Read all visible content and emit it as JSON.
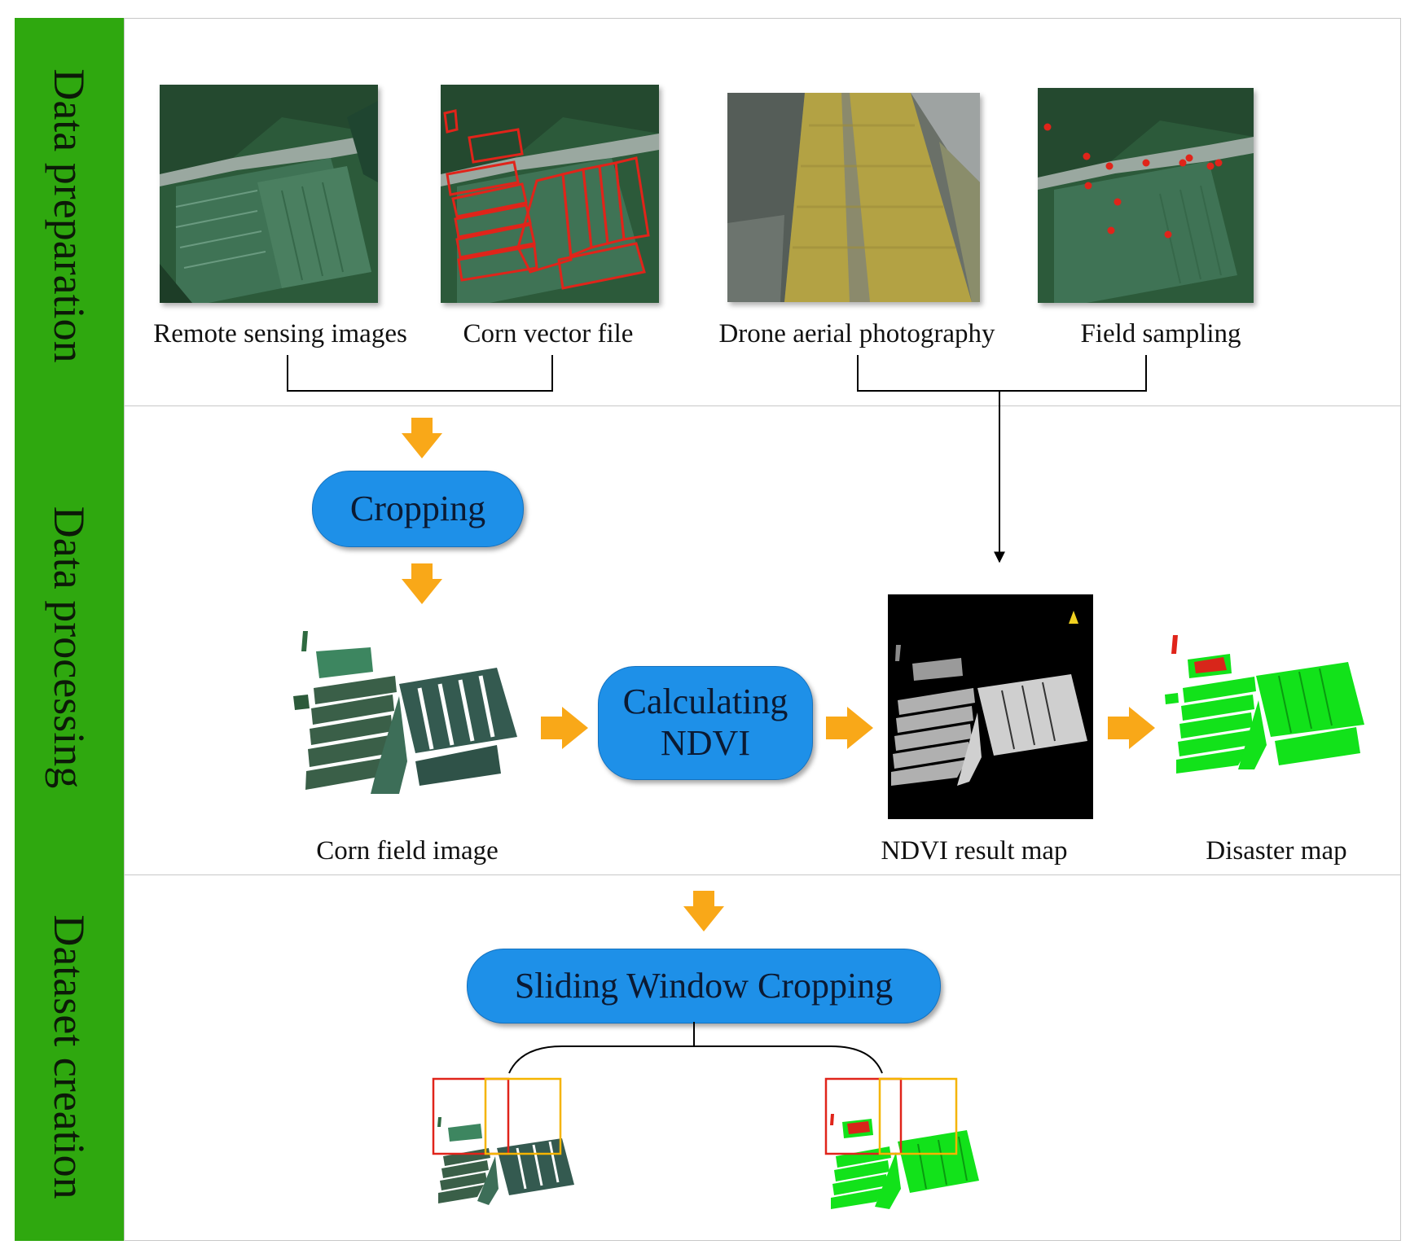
{
  "stages": {
    "data_preparation": "Data preparation",
    "data_processing": "Data processing",
    "dataset_creation": "Dataset creation"
  },
  "images": {
    "remote_sensing": "Remote sensing images",
    "corn_vector": "Corn vector file",
    "drone_aerial": "Drone aerial photography",
    "field_sampling": "Field sampling",
    "corn_field": "Corn field image",
    "ndvi_result": "NDVI result map",
    "disaster_map": "Disaster map"
  },
  "steps": {
    "cropping": "Cropping",
    "calculating_line1": "Calculating",
    "calculating_line2": "NDVI",
    "sliding_window": "Sliding Window Cropping"
  },
  "colors": {
    "stage_band": "#2fa80f",
    "process_node": "#1e90e8",
    "arrow": "#f9a818",
    "vector_outline": "#e0241a",
    "window_red": "#e0241a",
    "window_yellow": "#f5b400",
    "disaster_green": "#12e21a"
  }
}
